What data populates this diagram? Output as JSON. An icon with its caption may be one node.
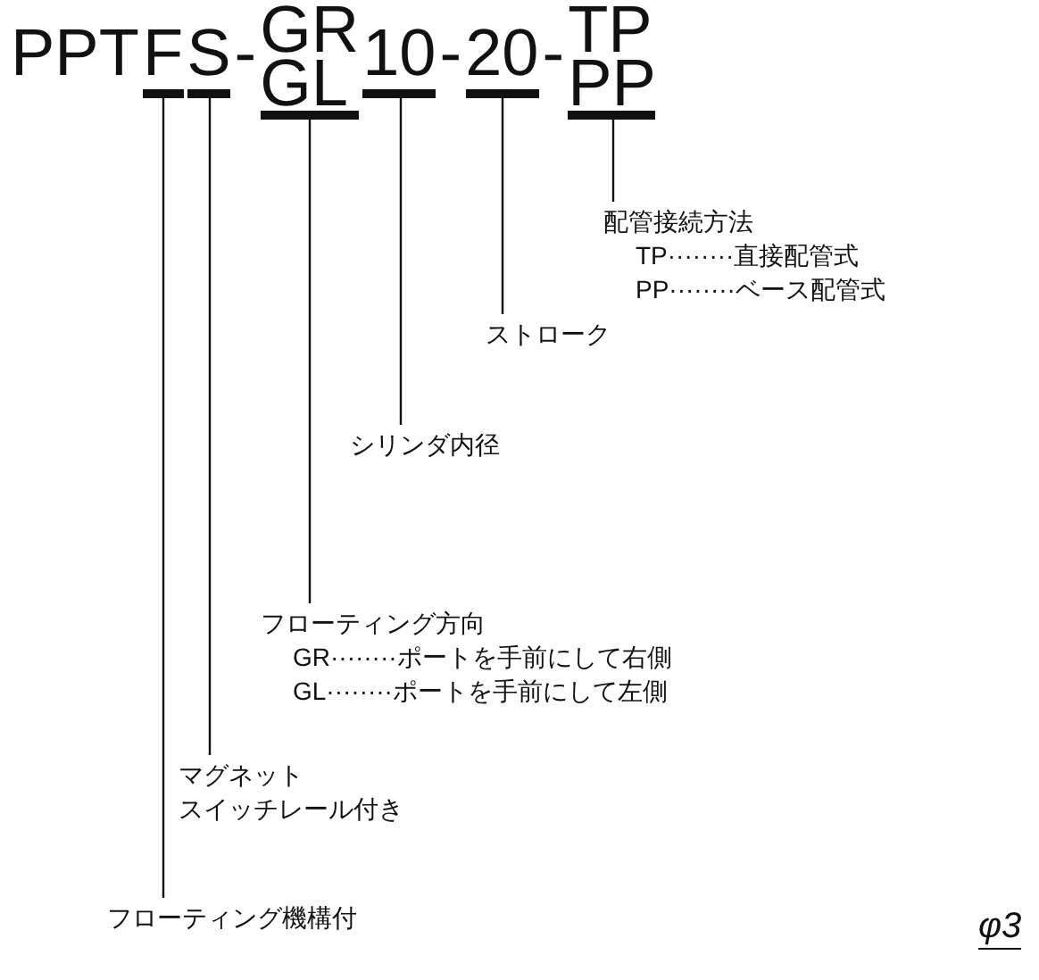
{
  "diagram": {
    "nodes": [
      {
        "text": [
          "F"
        ]
      },
      {
        "text": [
          "S"
        ]
      },
      {
        "text": [
          "GR",
          "GL"
        ]
      },
      {
        "text": [
          "10"
        ]
      },
      {
        "text": [
          "20"
        ]
      },
      {
        "text": [
          "TP",
          "PP"
        ]
      },
      {
        "text": [
          "配管接続方法",
          "TP········直接配管式",
          "PP········ベース配管式"
        ]
      },
      {
        "text": [
          "ストローク"
        ]
      },
      {
        "text": [
          "シリンダ内径"
        ]
      },
      {
        "text": [
          "フローティング方向",
          "GR········ポートを手前にして右側",
          "GL········ポートを手前にして左側"
        ]
      },
      {
        "text": [
          "マグネット",
          "スイッチレール付き"
        ]
      },
      {
        "text": [
          "フローティング機構付"
        ]
      }
    ],
    "edges": [
      {
        "from": 5,
        "to": 6,
        "arrow": "none"
      },
      {
        "from": 4,
        "to": 7,
        "arrow": "none"
      },
      {
        "from": 3,
        "to": 8,
        "arrow": "none"
      },
      {
        "from": 2,
        "to": 9,
        "arrow": "none"
      },
      {
        "from": 1,
        "to": 10,
        "arrow": "none"
      },
      {
        "from": 0,
        "to": 11,
        "arrow": "none"
      }
    ],
    "labels": [
      "PPT",
      "-",
      "-",
      "-",
      "φ3"
    ]
  }
}
